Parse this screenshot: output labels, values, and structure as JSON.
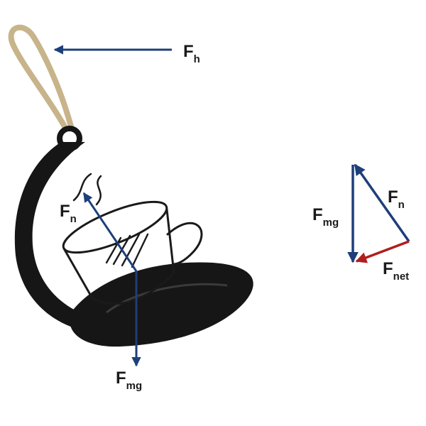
{
  "colors": {
    "arrow_blue": "#1d3f7a",
    "arrow_red": "#b01e1e",
    "holder": "#161616",
    "cord": "#c8b48a",
    "label": "#1a1a1a"
  },
  "left_figure": {
    "force_h": {
      "main": "F",
      "sub": "h"
    },
    "force_n": {
      "main": "F",
      "sub": "n"
    },
    "force_mg": {
      "main": "F",
      "sub": "mg"
    }
  },
  "vector_triangle": {
    "force_mg": {
      "main": "F",
      "sub": "mg"
    },
    "force_n": {
      "main": "F",
      "sub": "n"
    },
    "force_net": {
      "main": "F",
      "sub": "net"
    }
  }
}
